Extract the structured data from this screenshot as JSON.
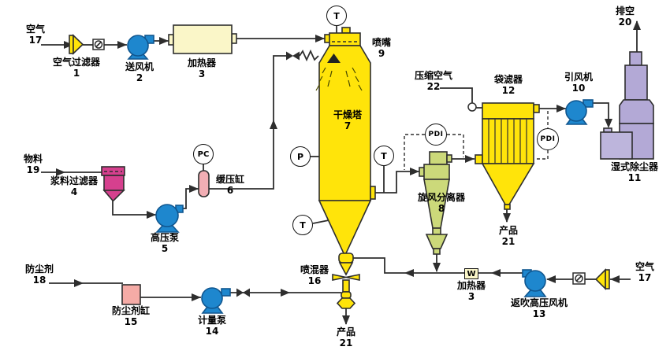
{
  "labels": {
    "air_top": {
      "name": "空气",
      "num": "17"
    },
    "air_filter": {
      "name": "空气过滤器",
      "num": "1"
    },
    "blower": {
      "name": "送风机",
      "num": "2"
    },
    "heater_top": {
      "name": "加热器",
      "num": "3"
    },
    "nozzle": {
      "name": "喷嘴",
      "num": "9"
    },
    "dry_tower": {
      "name": "干燥塔",
      "num": "7"
    },
    "feed": {
      "name": "物料",
      "num": "19"
    },
    "slurry_filter": {
      "name": "浆料过滤器",
      "num": "4"
    },
    "hp_pump": {
      "name": "高压泵",
      "num": "5"
    },
    "buffer": {
      "name": "缓压缸",
      "num": "6"
    },
    "cyclone": {
      "name": "旋风分离器",
      "num": "8"
    },
    "compressed_air": {
      "name": "压缩空气",
      "num": "22"
    },
    "bag_filter": {
      "name": "袋滤器",
      "num": "12"
    },
    "id_fan": {
      "name": "引风机",
      "num": "10"
    },
    "vent": {
      "name": "排空",
      "num": "20"
    },
    "wet_scrubber": {
      "name": "湿式除尘器",
      "num": "11"
    },
    "product_bag": {
      "name": "产品",
      "num": "21"
    },
    "product_main": {
      "name": "产品",
      "num": "21"
    },
    "mixer": {
      "name": "喷混器",
      "num": "16"
    },
    "dust_agent": {
      "name": "防尘剂",
      "num": "18"
    },
    "dust_tank": {
      "name": "防尘剂缸",
      "num": "15"
    },
    "meter_pump": {
      "name": "计量泵",
      "num": "14"
    },
    "blowback_fan": {
      "name": "返吹高压风机",
      "num": "13"
    },
    "heater_bottom": {
      "name": "加热器",
      "num": "3"
    },
    "air_bottom": {
      "name": "空气",
      "num": "17"
    }
  },
  "instruments": {
    "t_top": "T",
    "t_mid": "T",
    "t_low": "T",
    "p": "P",
    "pc": "PC",
    "pdi_left": "PDI",
    "pdi_right": "PDI",
    "w": "W"
  },
  "colors": {
    "yellow": "#FFE40A",
    "pale": "#FAF6C8",
    "blue": "#1E87CE",
    "blue-dark": "#10568F",
    "magenta": "#D6408E",
    "pink": "#F2AEB4",
    "salmon": "#F5ABA6",
    "green": "#CCD97A",
    "purple": "#B3A9D6",
    "purple2": "#BDB5DC",
    "line": "#2E2E2E"
  }
}
